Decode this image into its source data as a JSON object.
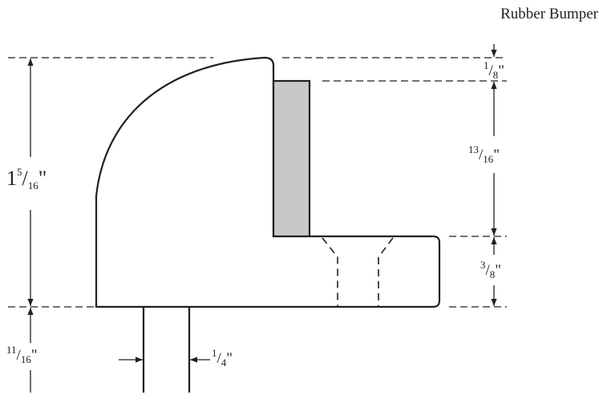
{
  "callout_label": "Rubber Bumper",
  "colors": {
    "ink": "#231f20",
    "bumper_fill": "#c7c8ca"
  },
  "dimensions": {
    "total_height": {
      "whole": "1",
      "num": "5",
      "den": "16",
      "unit": "\""
    },
    "top_gap": {
      "num": "1",
      "den": "8",
      "unit": "\""
    },
    "bumper_height": {
      "num": "13",
      "den": "16",
      "unit": "\""
    },
    "base_thickness": {
      "num": "3",
      "den": "8",
      "unit": "\""
    },
    "stem_length": {
      "num": "11",
      "den": "16",
      "unit": "\""
    },
    "stem_width": {
      "num": "1",
      "den": "4",
      "unit": "\""
    }
  }
}
